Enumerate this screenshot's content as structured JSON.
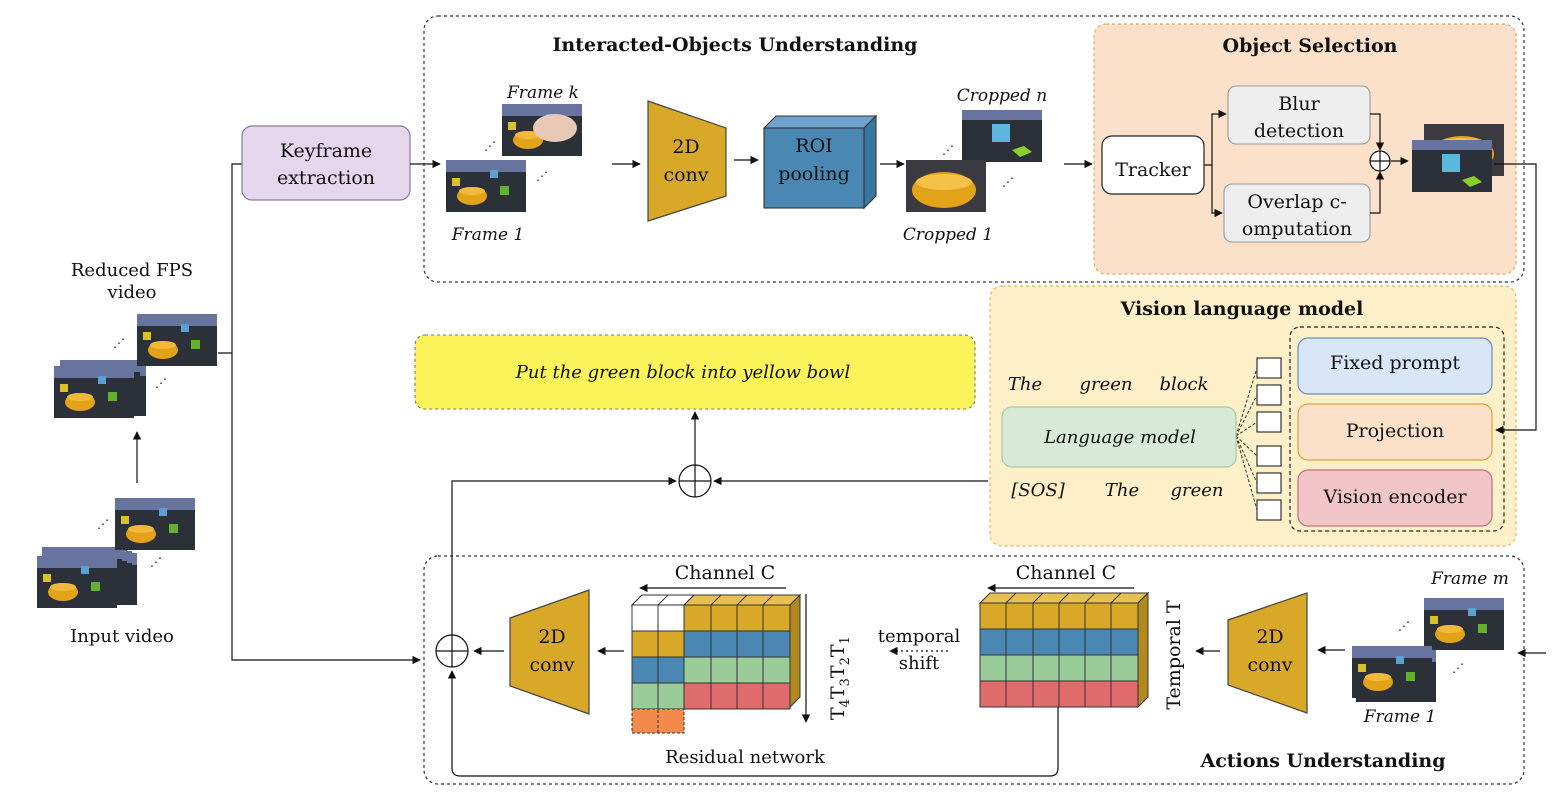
{
  "input": {
    "input_video_label": "Input video",
    "reduced_fps_label_line1": "Reduced FPS",
    "reduced_fps_label_line2": "video"
  },
  "keyframe": {
    "line1": "Keyframe",
    "line2": "extraction"
  },
  "interacted_objects": {
    "title": "Interacted-Objects Understanding",
    "frame_k": "Frame k",
    "frame_1": "Frame 1",
    "conv": {
      "line1": "2D",
      "line2": "conv"
    },
    "roi": {
      "line1": "ROI",
      "line2": "pooling"
    },
    "cropped_n": "Cropped n",
    "cropped_1": "Cropped 1"
  },
  "object_selection": {
    "title": "Object Selection",
    "tracker": "Tracker",
    "blur_line1": "Blur",
    "blur_line2": "detection",
    "overlap_line1": "Overlap c-",
    "overlap_line2": "omputation"
  },
  "vlm": {
    "title": "Vision language model",
    "out_tokens": [
      "The",
      "green",
      "block"
    ],
    "in_tokens": [
      "[SOS]",
      "The",
      "green"
    ],
    "language_model": "Language model",
    "fixed_prompt": "Fixed prompt",
    "projection": "Projection",
    "vision_encoder": "Vision encoder"
  },
  "instruction": "Put the green block into yellow bowl",
  "actions": {
    "title": "Actions Understanding",
    "frame_m": "Frame m",
    "frame_1": "Frame 1",
    "conv_right": {
      "line1": "2D",
      "line2": "conv"
    },
    "conv_left": {
      "line1": "2D",
      "line2": "conv"
    },
    "channel_right": "Channel C",
    "channel_left": "Channel C",
    "temporal_t": "Temporal T",
    "temporal_shift_line1": "temporal",
    "temporal_shift_line2": "shift",
    "t_labels": [
      "T",
      "4",
      "T",
      "3",
      "T",
      "2",
      "T",
      "1"
    ],
    "residual": "Residual network"
  },
  "colors": {
    "gold": "#d8a928",
    "blue": "#4a87b3",
    "green": "#99cc99",
    "red": "#e06b6b",
    "orange": "#f58a4d",
    "lavender": "#e4d6ec",
    "peach": "#fbe1c9",
    "cream": "#fdefc7",
    "lm_green": "#d7e9d7",
    "yellow": "#fbf35a",
    "light_blue": "#d8e6f7",
    "pink": "#f2c5c9"
  }
}
